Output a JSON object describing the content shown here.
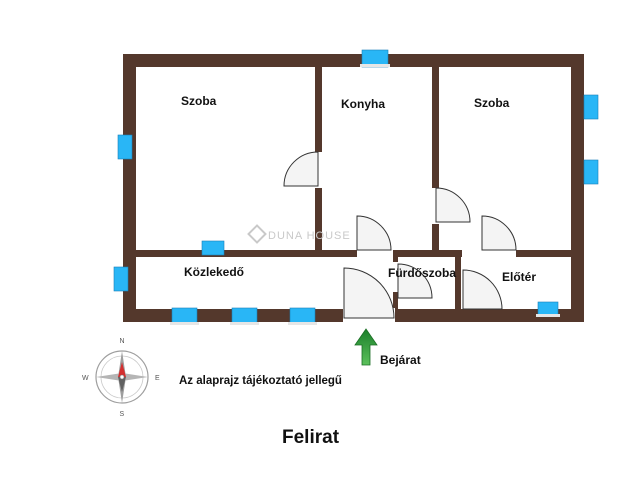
{
  "rooms": {
    "room1": "Szoba",
    "kitchen": "Konyha",
    "room2": "Szoba",
    "corridor": "Közlekedő",
    "bathroom": "Fürdőszoba",
    "hall": "Előtér"
  },
  "entrance_label": "Bejárat",
  "note": "Az alaprajz tájékoztató jellegű",
  "caption": "Felirat",
  "watermark": "DUNA HOUSE",
  "compass": {
    "n": "N",
    "s": "S",
    "e": "E",
    "w": "W"
  },
  "colors": {
    "wall": "#54382c",
    "window": "#29b6f6",
    "arrow": "#2e9e3a",
    "compass_red": "#d32f2f"
  }
}
